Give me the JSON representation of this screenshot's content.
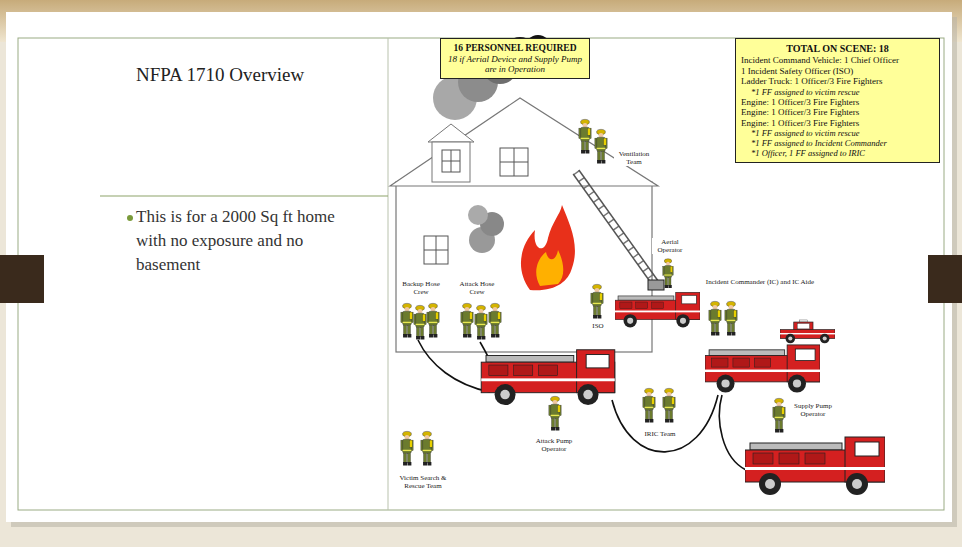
{
  "diagram": {
    "title": "NFPA 1710 Overview",
    "nodes": [
      {
        "text": [
          "16 PERSONNEL REQUIRED",
          "18 if Aerial Device and Supply Pump are in Operation"
        ]
      },
      {
        "text": [
          "TOTAL ON SCENE: 18",
          "Incident Command Vehicle: 1 Chief Officer",
          "1 Incident Safety Officer (ISO)",
          "Ladder Truck: 1 Officer/3 Fire Fighters",
          "*1 FF assigned to victim rescue",
          "Engine: 1 Officer/3 Fire Fighters",
          "Engine: 1 Officer/3 Fire Fighters",
          "Engine: 1 Officer/3 Fire Fighters",
          "*1 FF assigned to victim rescue",
          "*1 FF assigned to Incident Commander",
          "*1 Officer, 1 FF assigned to IRIC"
        ]
      }
    ],
    "labels": [
      "This is for a 2000 Sq ft home with no exposure and no basement",
      "Ventilation Team",
      "Aerial Operator",
      "Incident Commander (IC) and IC Aide",
      "Backup Hose Crew",
      "Attack Hose Crew",
      "ISO",
      "Attack Pump Operator",
      "IRIC Team",
      "Supply Pump Operator",
      "Victim Search & Rescue Team"
    ]
  }
}
